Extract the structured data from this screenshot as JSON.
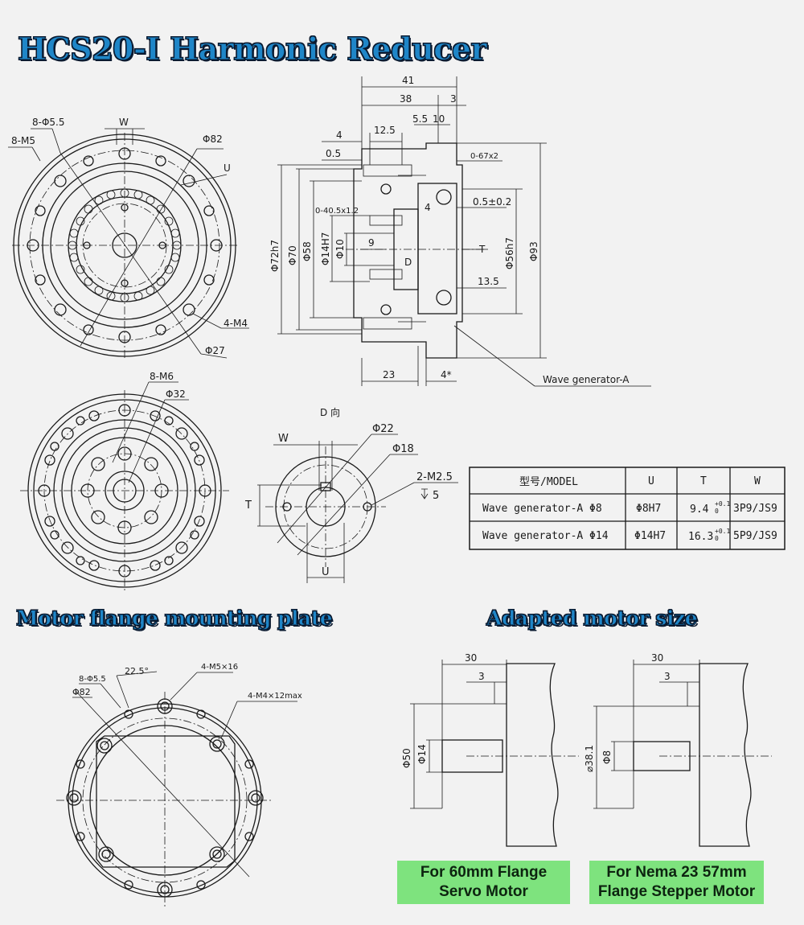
{
  "titles": {
    "main": "HCS20-I Harmonic Reducer",
    "flange": "Motor flange mounting plate",
    "motor": "Adapted motor size"
  },
  "front_view": {
    "labels": [
      "8-Φ5.5",
      "8-M5",
      "W",
      "Φ82",
      "U",
      "4-M4",
      "Φ27"
    ]
  },
  "section_view": {
    "labels": [
      "41",
      "38",
      "3",
      "4",
      "12.5",
      "5.5",
      "10",
      "0.5",
      "0-67x2",
      "Φ72h7",
      "Φ70",
      "Φ58",
      "0-40.5x1.2",
      "Φ14H7",
      "Φ10",
      "9",
      "D",
      "4",
      "0.5±0.2",
      "Φ56h7",
      "Φ93",
      "13.5",
      "23",
      "4*",
      "T"
    ],
    "callout": "Wave generator-A"
  },
  "rear_view": {
    "labels": [
      "8-M6",
      "Φ32"
    ]
  },
  "d_view": {
    "title": "D 向",
    "labels": [
      "W",
      "Φ22",
      "Φ18",
      "2-M2.5",
      "5",
      "T",
      "U"
    ]
  },
  "table": {
    "headers": [
      "型号/MODEL",
      "U",
      "T",
      "W"
    ],
    "rows": [
      [
        "Wave generator-A Φ8",
        "Φ8H7",
        "9.4",
        "+0.1",
        "0",
        "3P9/JS9"
      ],
      [
        "Wave generator-A Φ14",
        "Φ14H7",
        "16.3",
        "+0.1",
        "0",
        "5P9/JS9"
      ]
    ]
  },
  "flange_plate": {
    "labels": [
      "8-Φ5.5",
      "22.5°",
      "4-M5×16",
      "Φ82",
      "4-M4×12max"
    ]
  },
  "motor_servo": {
    "labels": [
      "30",
      "3",
      "Φ50",
      "Φ14"
    ],
    "caption_line1": "For 60mm Flange",
    "caption_line2": "Servo Motor"
  },
  "motor_stepper": {
    "labels": [
      "30",
      "3",
      "⌀38.1",
      "Φ8"
    ],
    "caption_line1": "For Nema 23 57mm",
    "caption_line2": "Flange Stepper Motor"
  },
  "colors": {
    "title_fill": "#1f86c8",
    "title_outline": "#0a1a30",
    "label_green": "#7ee37e",
    "background": "#f2f2f2",
    "line": "#1a1a1a"
  }
}
